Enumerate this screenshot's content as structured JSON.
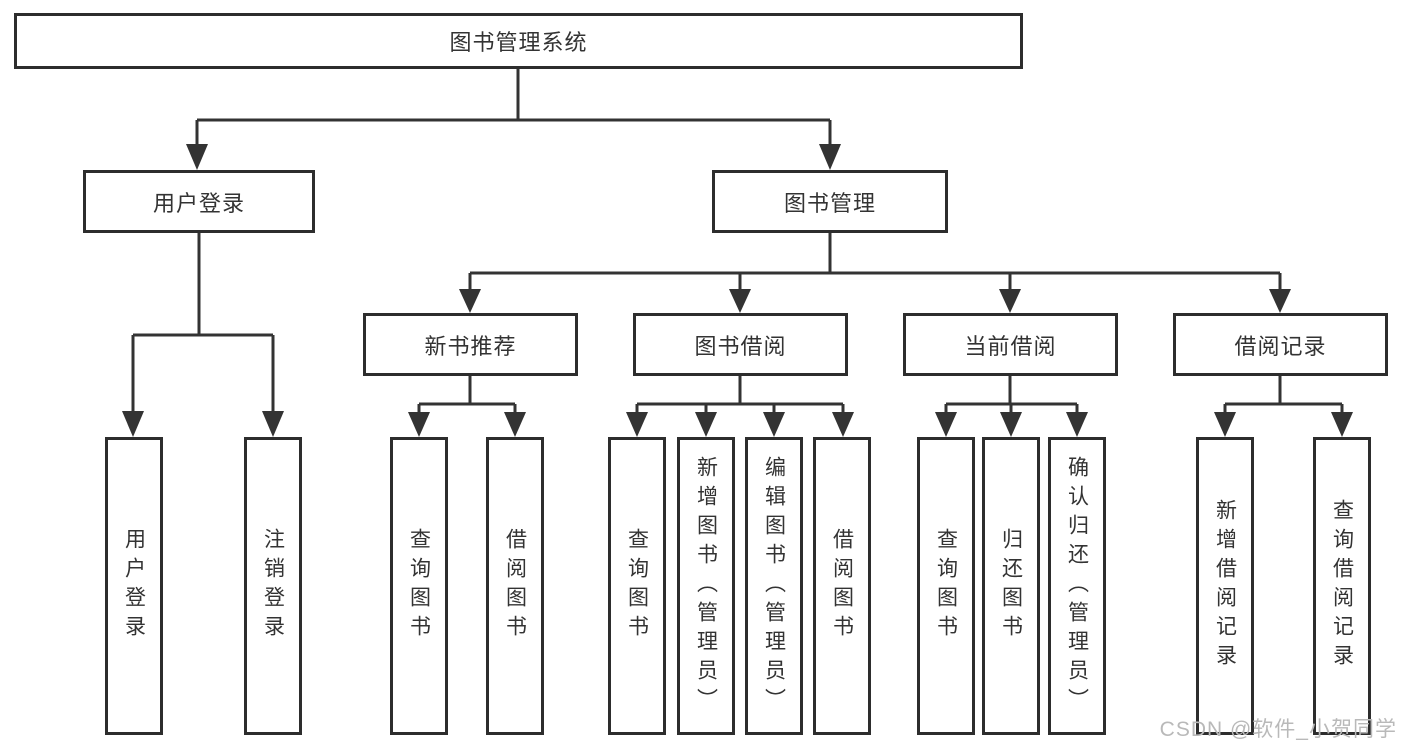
{
  "diagram": {
    "root": {
      "label": "图书管理系统"
    },
    "user_login": {
      "label": "用户登录",
      "children": [
        {
          "label": "用户登录"
        },
        {
          "label": "注销登录"
        }
      ]
    },
    "book_mgmt": {
      "label": "图书管理",
      "children": [
        {
          "label": "新书推荐",
          "children": [
            {
              "label": "查询图书"
            },
            {
              "label": "借阅图书"
            }
          ]
        },
        {
          "label": "图书借阅",
          "children": [
            {
              "label": "查询图书"
            },
            {
              "label": "新增图书（管理员）"
            },
            {
              "label": "编辑图书（管理员）"
            },
            {
              "label": "借阅图书"
            }
          ]
        },
        {
          "label": "当前借阅",
          "children": [
            {
              "label": "查询图书"
            },
            {
              "label": "归还图书"
            },
            {
              "label": "确认归还（管理员）"
            }
          ]
        },
        {
          "label": "借阅记录",
          "children": [
            {
              "label": "新增借阅记录"
            },
            {
              "label": "查询借阅记录"
            }
          ]
        }
      ]
    }
  },
  "watermark": {
    "text": "CSDN @软件_小贺同学"
  },
  "colors": {
    "line": "#333333",
    "box_border": "#2d2d2d",
    "text": "#333333",
    "watermark_text": "#b9b9b9",
    "background": "#ffffff"
  }
}
